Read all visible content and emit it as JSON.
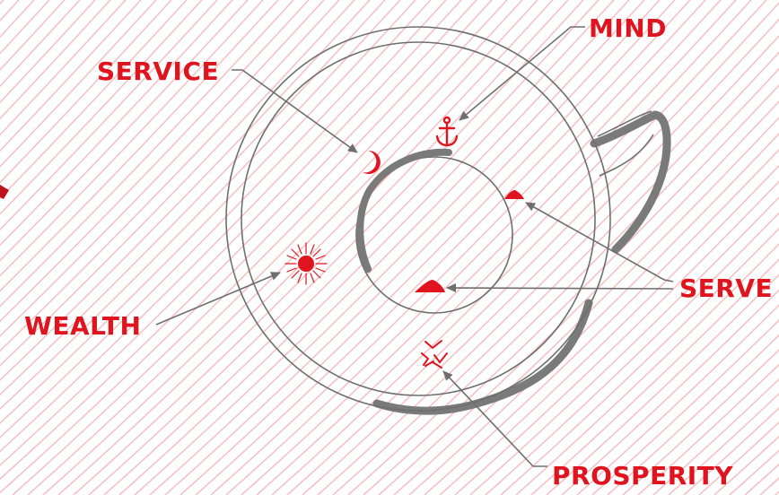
{
  "labels": {
    "mind": "MIND",
    "service": "SERVICE",
    "wealth": "WEALTH",
    "serve": "SERVE",
    "prosperity": "PROSPERITY"
  },
  "symbols": {
    "service": "crescent-moon-icon",
    "mind": "anchor-icon",
    "serve_upper": "small-mound-icon",
    "serve_lower": "mound-icon",
    "wealth": "sun-icon",
    "prosperity": "birds-icon"
  },
  "colors": {
    "accent": "#e0141e",
    "line": "#6e6e6e",
    "cup_shadow": "#7a7a7a",
    "background_stripes": "#f3c3c3",
    "background": "#ffffff"
  }
}
